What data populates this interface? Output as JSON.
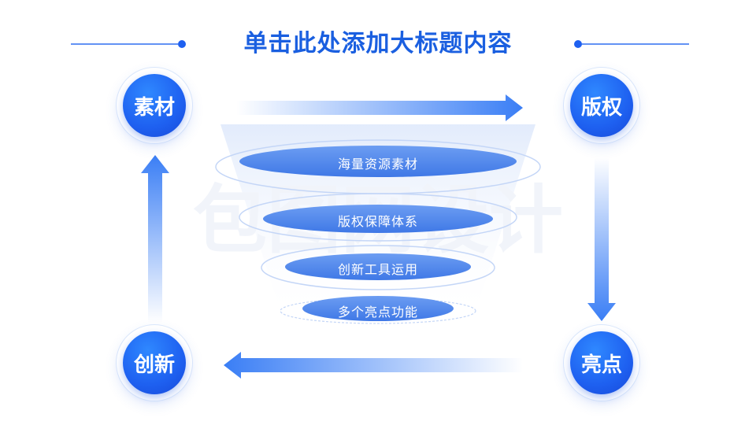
{
  "title": "单击此处添加大标题内容",
  "nodes": {
    "top_left": "素材",
    "top_right": "版权",
    "bottom_right": "亮点",
    "bottom_left": "创新"
  },
  "funnel": {
    "layers": [
      "海量资源素材",
      "版权保障体系",
      "创新工具运用",
      "多个亮点功能"
    ]
  },
  "watermark": "包图网设计",
  "colors": {
    "title": "#1a5fe0",
    "node_fill": "#1e60f0",
    "arrow": "#3a7ef5",
    "funnel_disc": "#4d86ec"
  }
}
